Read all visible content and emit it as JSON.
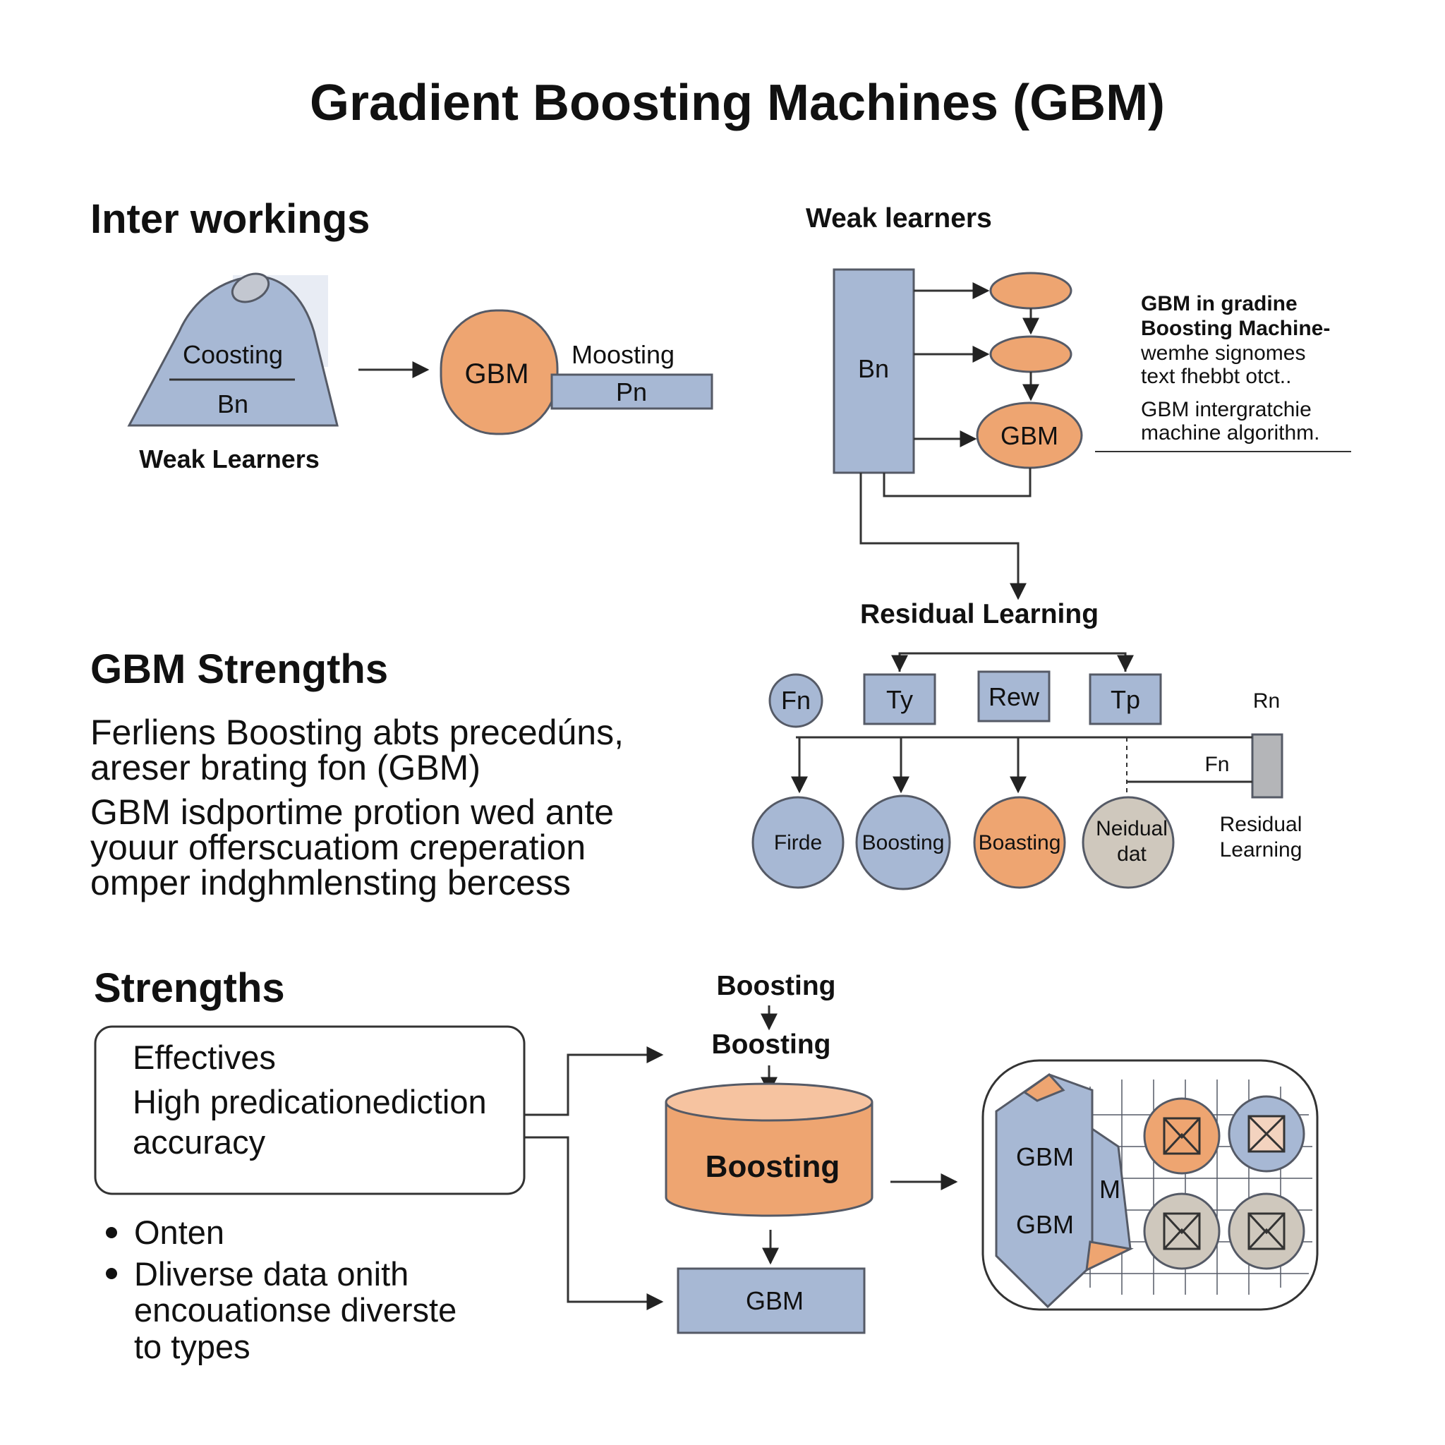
{
  "title": "Gradient Boosting Machines (GBM)",
  "inter": {
    "heading": "Inter workings",
    "hill_label": "Coosting",
    "hill_sub": "Bn",
    "hill_caption": "Weak Learners",
    "gbm_label": "GBM",
    "moosting_label": "Moosting",
    "bar_label": "Pn"
  },
  "weak": {
    "heading": "Weak learners",
    "rect_label": "Bn",
    "gbm_node": "GBM",
    "desc_lines": [
      "GBM in gradine",
      "Boosting Machine-",
      "wemhe signomes",
      "text fhebbt otct..",
      "GBM intergratchie",
      "machine algorithm."
    ]
  },
  "residual": {
    "heading": "Residual Learning",
    "top_nodes": [
      "Fn",
      "Ty",
      "Rew",
      "Tp"
    ],
    "rn_label": "Rn",
    "fn_label": "Fn",
    "circles": [
      "Firde",
      "Boosting",
      "Boasting",
      "Neidual dat"
    ],
    "side_label_1": "Residual",
    "side_label_2": "Learning"
  },
  "gbm_strengths": {
    "heading": "GBM Strengths",
    "lines": [
      "Ferliens Boosting abts precedúns,",
      "areser brating fon (GBM)",
      "GBM isdportime protion wed ante",
      "youur offerscuatiom creperation",
      "omper indghmlensting bercess"
    ]
  },
  "strengths": {
    "heading": "Strengths",
    "box_lines": [
      "Effectives",
      "High predicationediction",
      "accuracy"
    ],
    "bullets": [
      "Onten",
      "Dliverse data onith",
      "encouationse diverste",
      "to types"
    ]
  },
  "flow": {
    "top1": "Boosting",
    "top2": "Boosting",
    "cylinder": "Boosting",
    "bottom": "GBM"
  },
  "panel": {
    "label1": "GBM",
    "label2": "GBM",
    "label_m": "M"
  },
  "colors": {
    "blue": "#a7b8d4",
    "orange": "#eea571",
    "gray": "#cfc8bd",
    "stroke": "#555a66"
  }
}
